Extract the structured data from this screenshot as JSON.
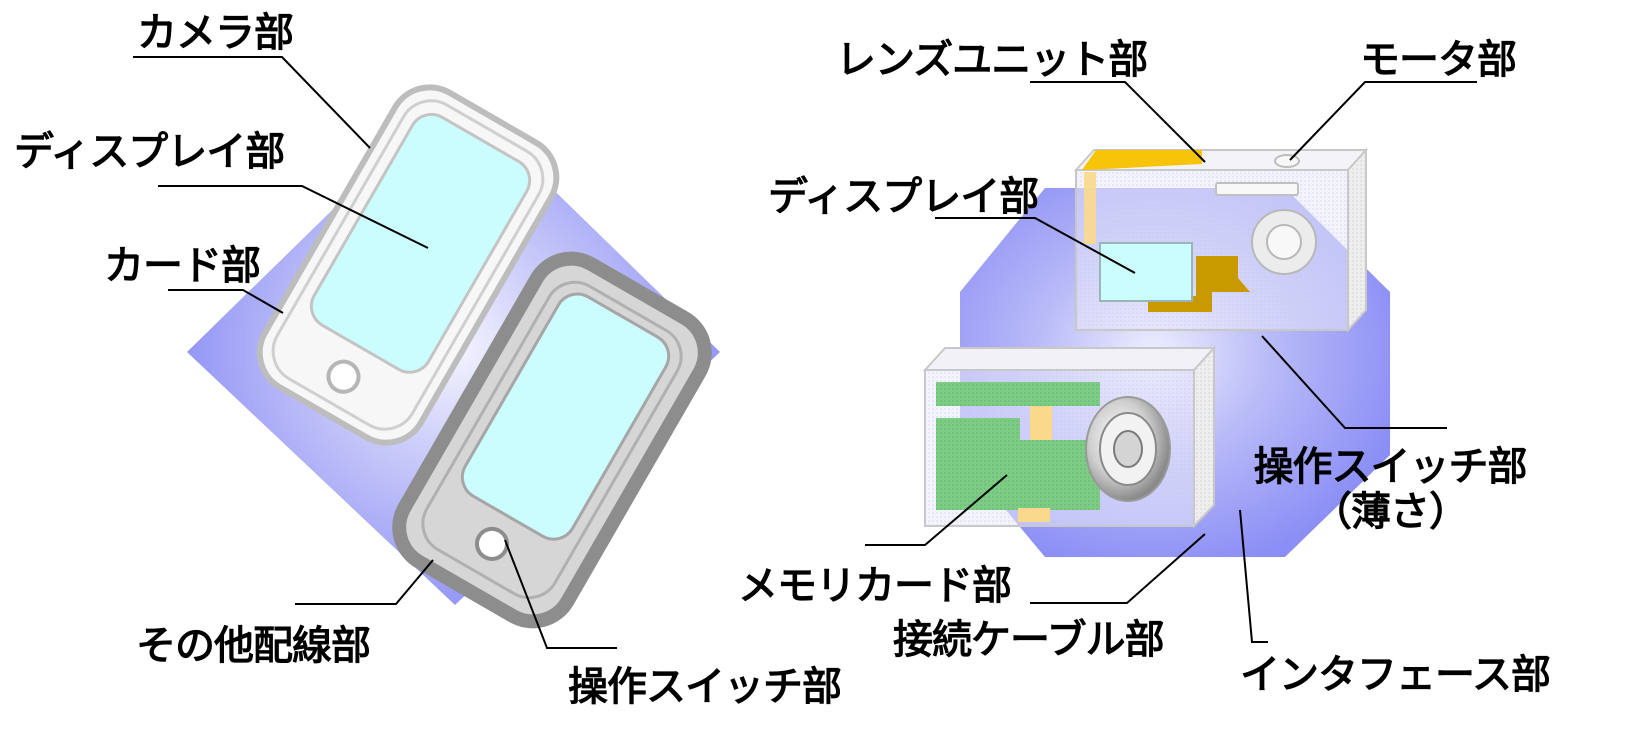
{
  "left_diagram": {
    "labels": {
      "camera": "カメラ部",
      "display": "ディスプレイ部",
      "card": "カード部",
      "other_wiring": "その他配線部",
      "switch": "操作スイッチ部"
    }
  },
  "right_diagram": {
    "labels": {
      "lens_unit": "レンズユニット部",
      "motor": "モータ部",
      "display": "ディスプレイ部",
      "switch": "操作スイッチ部",
      "thinness": "（薄さ）",
      "memory_card": "メモリカード部",
      "cable": "接続ケーブル部",
      "interface": "インタフェース部"
    }
  },
  "colors": {
    "background_shape": "#9a9cf6",
    "screen": "#ccfdfe",
    "pcb": "#7dcc86",
    "lens_block": "#f7c40a",
    "flex_cable": "#c99a00",
    "connector": "#fbd98c"
  }
}
